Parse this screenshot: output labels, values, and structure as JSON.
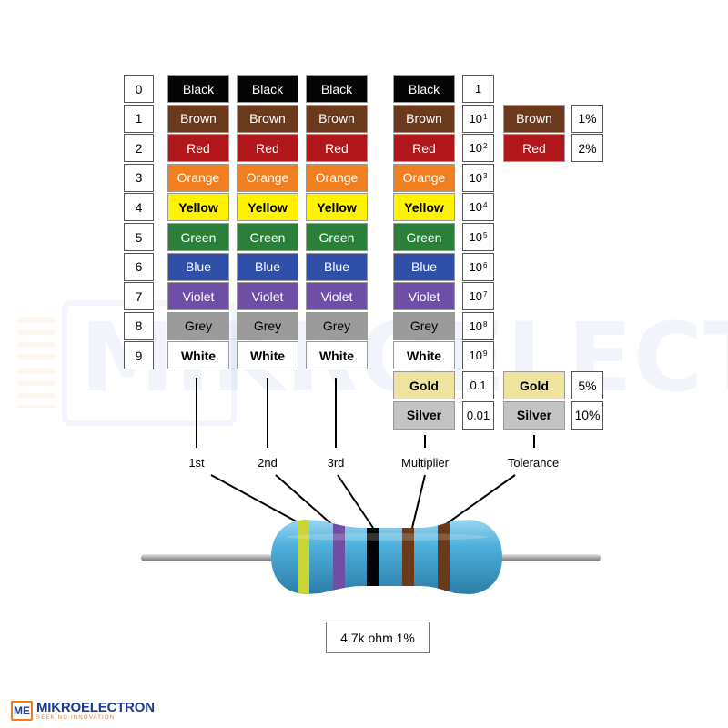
{
  "watermark": {
    "text": "MIKROELECTRON",
    "mark": "ME"
  },
  "digits": [
    "0",
    "1",
    "2",
    "3",
    "4",
    "5",
    "6",
    "7",
    "8",
    "9"
  ],
  "bands": [
    {
      "name": "Black",
      "color": "#050505",
      "tone": "dark"
    },
    {
      "name": "Brown",
      "color": "#6b3a1c",
      "tone": "dark"
    },
    {
      "name": "Red",
      "color": "#b0161a",
      "tone": "dark"
    },
    {
      "name": "Orange",
      "color": "#f07f22",
      "tone": "dark"
    },
    {
      "name": "Yellow",
      "color": "#fff200",
      "tone": "yellow"
    },
    {
      "name": "Green",
      "color": "#2a7f3a",
      "tone": "dark"
    },
    {
      "name": "Blue",
      "color": "#2f4fa8",
      "tone": "dark"
    },
    {
      "name": "Violet",
      "color": "#6e4fa5",
      "tone": "dark"
    },
    {
      "name": "Grey",
      "color": "#9b9b9b",
      "tone": "light"
    },
    {
      "name": "White",
      "color": "#ffffff",
      "tone": "white"
    }
  ],
  "metal_bands": [
    {
      "name": "Gold",
      "color": "#efe3a0"
    },
    {
      "name": "Silver",
      "color": "#c4c4c4"
    }
  ],
  "multipliers": [
    {
      "base": "1",
      "exp": ""
    },
    {
      "base": "10",
      "exp": "1"
    },
    {
      "base": "10",
      "exp": "2"
    },
    {
      "base": "10",
      "exp": "3"
    },
    {
      "base": "10",
      "exp": "4"
    },
    {
      "base": "10",
      "exp": "5"
    },
    {
      "base": "10",
      "exp": "6"
    },
    {
      "base": "10",
      "exp": "7"
    },
    {
      "base": "10",
      "exp": "8"
    },
    {
      "base": "10",
      "exp": "9"
    },
    {
      "base": "0.1",
      "exp": ""
    },
    {
      "base": "0.01",
      "exp": ""
    }
  ],
  "tolerance": [
    {
      "name": "Brown",
      "color": "#6b3a1c",
      "tone": "dark",
      "value": "1%"
    },
    {
      "name": "Red",
      "color": "#b0161a",
      "tone": "dark",
      "value": "2%"
    },
    {
      "name": "Gold",
      "color": "#efe3a0",
      "tone": "metal",
      "value": "5%"
    },
    {
      "name": "Silver",
      "color": "#c4c4c4",
      "tone": "metal",
      "value": "10%"
    }
  ],
  "labels": {
    "first": "1st",
    "second": "2nd",
    "third": "3rd",
    "multiplier": "Multiplier",
    "tolerance": "Tolerance"
  },
  "result": "4.7k ohm 1%",
  "resistor": {
    "body_color": "#4fb0dc",
    "band_colors": [
      "#c8d631",
      "#6e4fa5",
      "#050505",
      "#6b3a1c",
      "#6b3a1c"
    ]
  },
  "logo": {
    "mark": "ME",
    "name": "MIKROELECTRON",
    "tagline": "SEEKING INNOVATION"
  }
}
